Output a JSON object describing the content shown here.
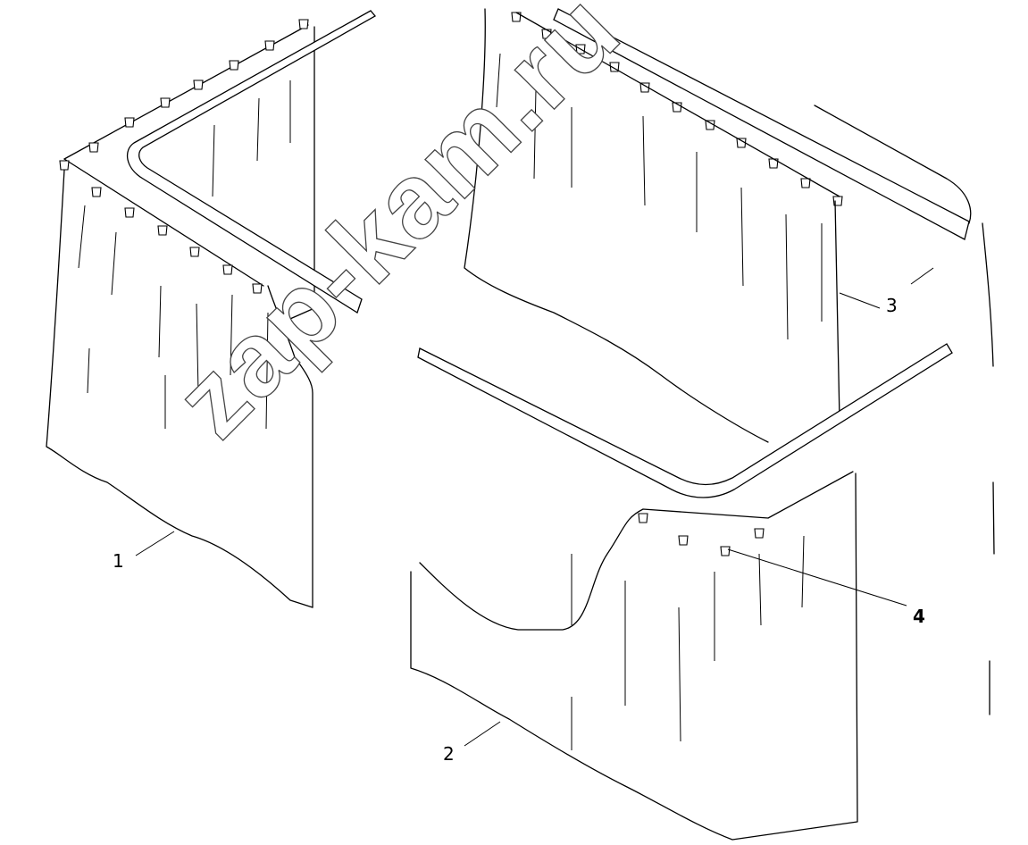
{
  "callouts": [
    {
      "id": "1",
      "label": "1"
    },
    {
      "id": "2",
      "label": "2"
    },
    {
      "id": "3",
      "label": "3"
    },
    {
      "id": "4",
      "label": "4"
    }
  ],
  "watermark": "zap-kam.ru"
}
